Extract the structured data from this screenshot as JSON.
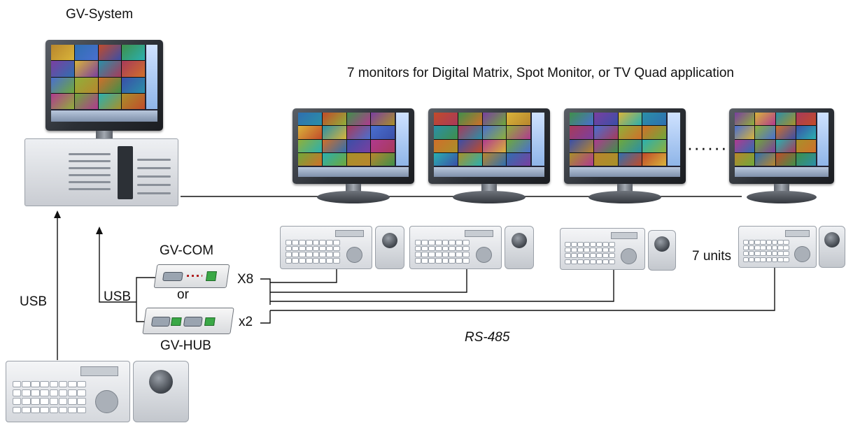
{
  "labels": {
    "gv_system": "GV-System",
    "monitors_caption": "7 monitors for Digital Matrix, Spot Monitor, or TV Quad application",
    "usb_left": "USB",
    "usb_mid": "USB",
    "gv_com": "GV-COM",
    "or": "or",
    "gv_hub": "GV-HUB",
    "x8": "X8",
    "x2": "x2",
    "rs485": "RS-485",
    "seven_units": "7 units",
    "ellipsis": "·······"
  },
  "colors": {
    "line": "#111111",
    "screen_tiles": [
      "#b8862d",
      "#2f6fb0",
      "#c24b2a",
      "#3f8f4a",
      "#7a3fa0",
      "#d9b43a",
      "#2a8fa8",
      "#a83a5a",
      "#4a6fd0",
      "#8fb03a",
      "#d06f2a",
      "#3a4fa8",
      "#b03a8f",
      "#6fa83a",
      "#2ab0b0",
      "#a8902a"
    ]
  },
  "icons": {
    "monitor": "monitor-icon",
    "computer": "computer-tower-icon",
    "keyboard": "control-keyboard-icon",
    "joystick": "joystick-icon",
    "gv_com_device": "gv-com-device-icon",
    "gv_hub_device": "gv-hub-device-icon"
  }
}
